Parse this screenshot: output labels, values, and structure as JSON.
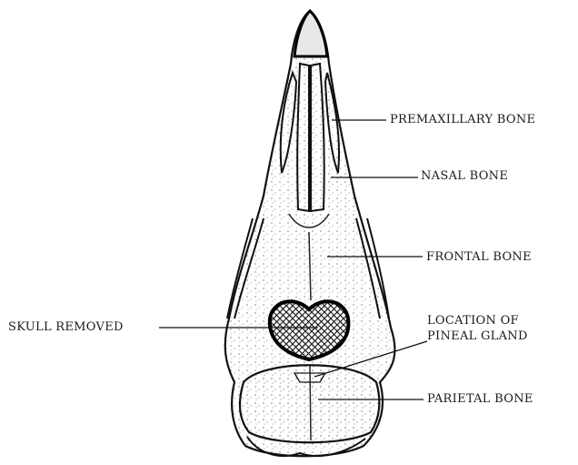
{
  "diagram": {
    "labels": {
      "premaxillary": "PREMAXILLARY BONE",
      "nasal": "NASAL BONE",
      "frontal": "FRONTAL BONE",
      "skull_removed": "SKULL REMOVED",
      "pineal_line1": "LOCATION OF",
      "pineal_line2": "PINEAL GLAND",
      "parietal": "PARIETAL BONE"
    }
  }
}
